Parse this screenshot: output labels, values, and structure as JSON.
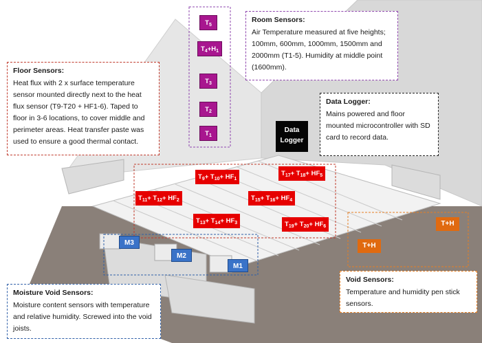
{
  "callouts": {
    "floor": {
      "title": "Floor Sensors:",
      "body": "Heat flux with 2 x surface temperature sensor mounted directly next to the heat flux sensor (T9-T20 + HF1-6). Taped to floor in 3-6 locations, to cover middle and perimeter areas. Heat transfer paste was used to ensure a good thermal contact."
    },
    "room": {
      "title": "Room Sensors:",
      "body": "Air Temperature measured at five heights; 100mm, 600mm, 1000mm, 1500mm and 2000mm (T1-5). Humidity at middle point (1600mm)."
    },
    "logger": {
      "title": "Data Logger:",
      "body": "Mains powered and floor mounted microcontroller with SD card to record data."
    },
    "void": {
      "title": "Void Sensors:",
      "body": "Temperature and humidity pen stick sensors."
    },
    "moisture": {
      "title": "Moisture Void Sensors:",
      "body": "Moisture content sensors with temperature and relative humidity. Screwed into the void joists."
    }
  },
  "room_tags": [
    {
      "id": "t5",
      "base": "T",
      "sub": "5",
      "extra": ""
    },
    {
      "id": "t4h1",
      "base": "T",
      "sub": "4",
      "extra": "+H",
      "extra_sub": "1"
    },
    {
      "id": "t3",
      "base": "T",
      "sub": "3",
      "extra": ""
    },
    {
      "id": "t2",
      "base": "T",
      "sub": "2",
      "extra": ""
    },
    {
      "id": "t1",
      "base": "T",
      "sub": "1",
      "extra": ""
    }
  ],
  "floor_tags": [
    {
      "id": "hf1",
      "a": "9",
      "b": "10",
      "hf": "1"
    },
    {
      "id": "hf5",
      "a": "17",
      "b": "18",
      "hf": "5"
    },
    {
      "id": "hf2",
      "a": "11",
      "b": "12",
      "hf": "2"
    },
    {
      "id": "hf4",
      "a": "15",
      "b": "16",
      "hf": "4"
    },
    {
      "id": "hf3",
      "a": "13",
      "b": "14",
      "hf": "3"
    },
    {
      "id": "hf6",
      "a": "19",
      "b": "20",
      "hf": "6"
    }
  ],
  "logger_label_line1": "Data",
  "logger_label_line2": "Logger",
  "void_tags": [
    "T+H",
    "T+H"
  ],
  "moisture_tags": [
    "M3",
    "M2",
    "M1"
  ],
  "colors": {
    "floor_tag": "#e60000",
    "room_tag": "#a8168f",
    "void_tag": "#e06a10",
    "moisture_tag": "#3a73c8"
  }
}
